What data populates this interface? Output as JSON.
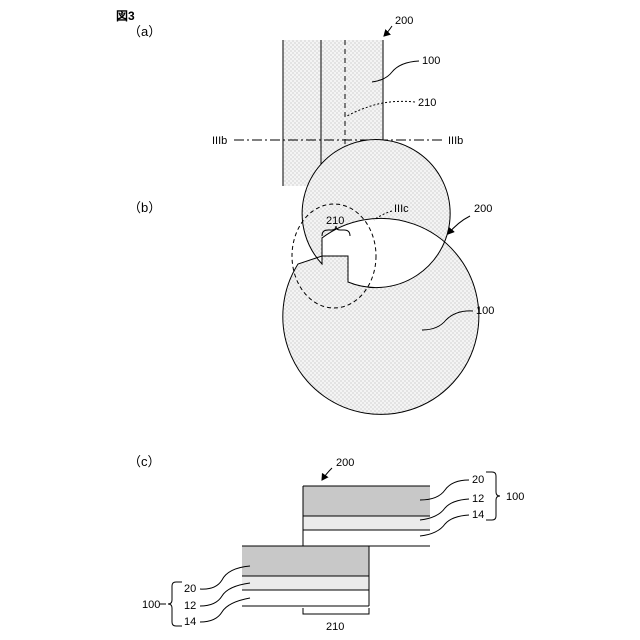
{
  "figure": {
    "title": "図3",
    "panel_a": {
      "label": "（a）",
      "ref_device": "200",
      "ref_sheet": "100",
      "ref_overlap": "210",
      "section_left": "IIIb",
      "section_right": "IIIb"
    },
    "panel_b": {
      "label": "（b）",
      "ref_overlap": "210",
      "ref_detail": "IIIc",
      "ref_device": "200",
      "ref_sheet": "100"
    },
    "panel_c": {
      "label": "（c）",
      "ref_device": "200",
      "upper": {
        "l20": "20",
        "l12": "12",
        "l14": "14",
        "group": "100"
      },
      "lower": {
        "l20": "20",
        "l12": "12",
        "l14": "14",
        "group": "100"
      },
      "ref_overlap": "210"
    }
  },
  "colors": {
    "line": "#000000",
    "dot_fill": "#f2f2f2",
    "layer_dark": "#c8c8c8",
    "layer_light": "#ebebeb"
  }
}
